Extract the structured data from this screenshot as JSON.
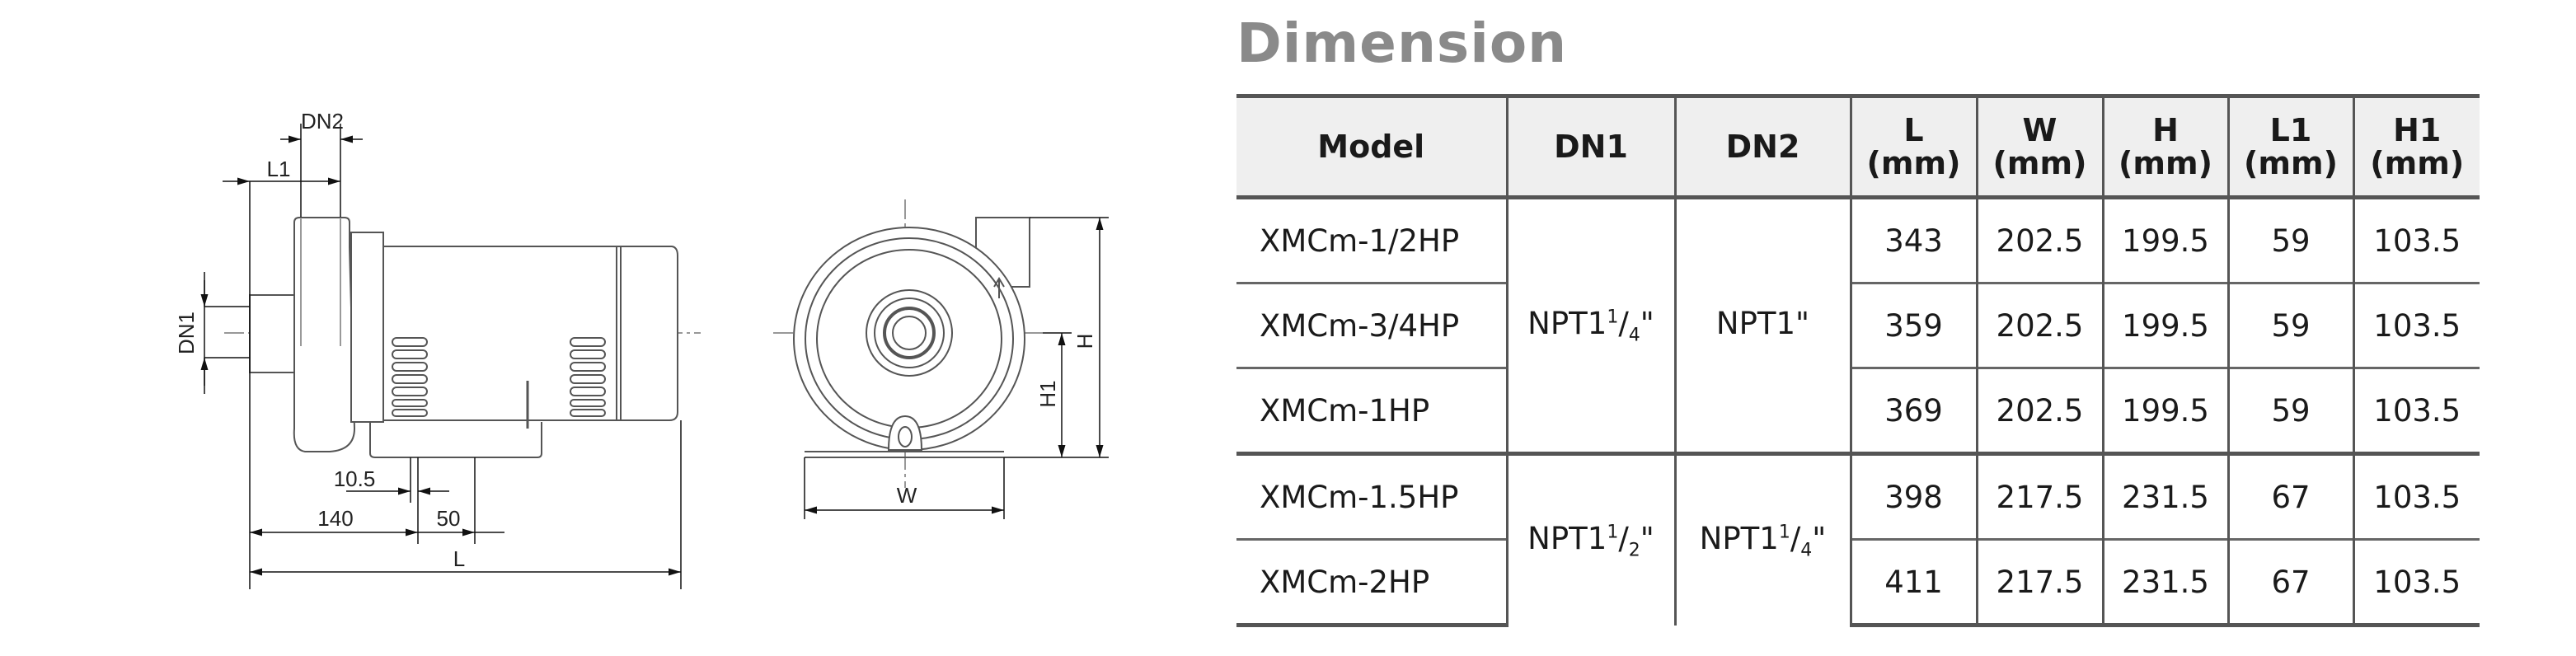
{
  "title": "Dimension",
  "drawing_labels": {
    "dn2": "DN2",
    "l1": "L1",
    "dn1": "DN1",
    "d10_5": "10.5",
    "d140": "140",
    "d50": "50",
    "l": "L",
    "w": "W",
    "h": "H",
    "h1": "H1"
  },
  "table": {
    "headers": {
      "model": "Model",
      "dn1": "DN1",
      "dn2": "DN2",
      "l": "L",
      "w": "W",
      "h": "H",
      "l1": "L1",
      "h1": "H1",
      "unit": "(mm)"
    },
    "groups": [
      {
        "dn1": {
          "base": "NPT1",
          "num": "1",
          "den": "4",
          "suffix": "\""
        },
        "dn2": {
          "base": "NPT1\"",
          "num": "",
          "den": "",
          "suffix": ""
        }
      },
      {
        "dn1": {
          "base": "NPT1",
          "num": "1",
          "den": "2",
          "suffix": "\""
        },
        "dn2": {
          "base": "NPT1",
          "num": "1",
          "den": "4",
          "suffix": "\""
        }
      }
    ],
    "rows": [
      {
        "model": "XMCm-1/2HP",
        "l": "343",
        "w": "202.5",
        "h": "199.5",
        "l1": "59",
        "h1": "103.5"
      },
      {
        "model": "XMCm-3/4HP",
        "l": "359",
        "w": "202.5",
        "h": "199.5",
        "l1": "59",
        "h1": "103.5"
      },
      {
        "model": "XMCm-1HP",
        "l": "369",
        "w": "202.5",
        "h": "199.5",
        "l1": "59",
        "h1": "103.5"
      },
      {
        "model": "XMCm-1.5HP",
        "l": "398",
        "w": "217.5",
        "h": "231.5",
        "l1": "67",
        "h1": "103.5"
      },
      {
        "model": "XMCm-2HP",
        "l": "411",
        "w": "217.5",
        "h": "231.5",
        "l1": "67",
        "h1": "103.5"
      }
    ]
  }
}
